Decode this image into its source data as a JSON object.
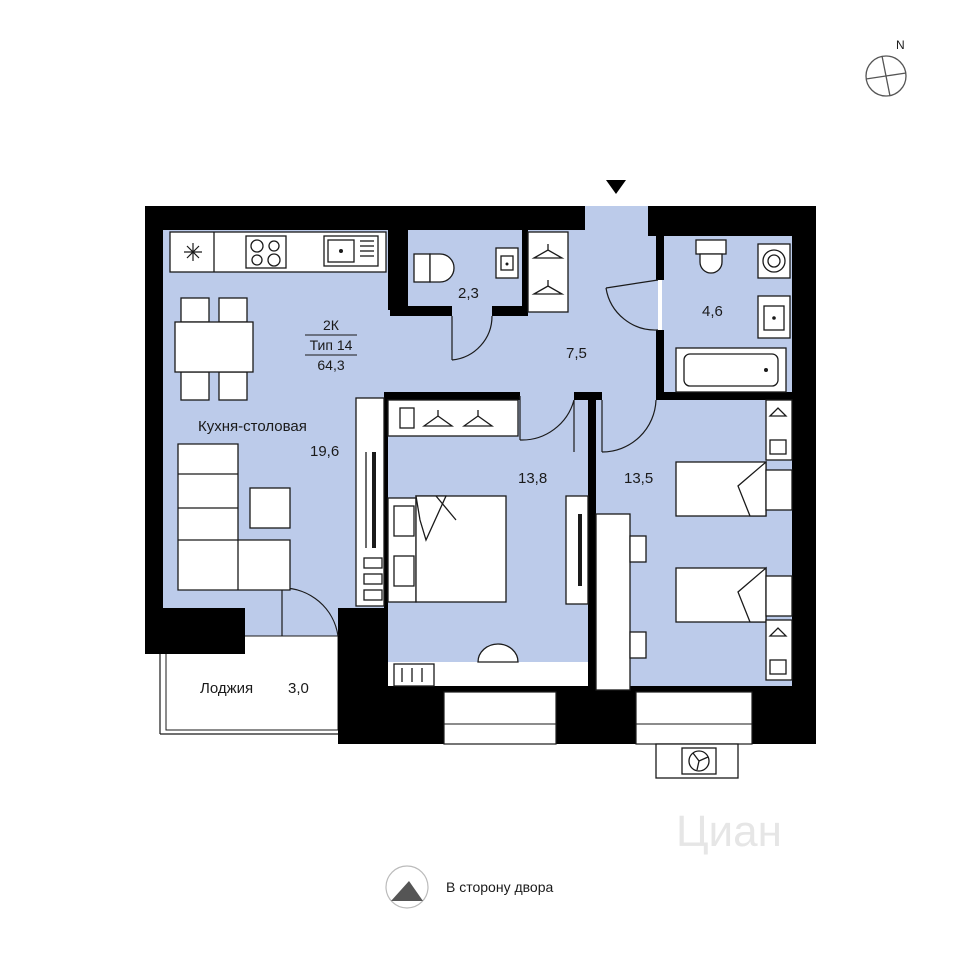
{
  "compass": {
    "north_label": "N"
  },
  "apartment": {
    "rooms_code": "2К",
    "type": "Тип 14",
    "total_area": "64,3"
  },
  "rooms": {
    "kitchen": {
      "name": "Кухня-столовая",
      "area": "19,6"
    },
    "wc": {
      "area": "2,3"
    },
    "hall": {
      "area": "7,5"
    },
    "bath": {
      "area": "4,6"
    },
    "bedroom1": {
      "area": "13,8"
    },
    "bedroom2": {
      "area": "13,5"
    },
    "loggia": {
      "name": "Лоджия",
      "area": "3,0"
    }
  },
  "orientation": {
    "label": "В сторону двора"
  },
  "watermark": "Циан",
  "colors": {
    "floor": "#bccbea",
    "wall": "#000000",
    "furniture_stroke": "#1a1a1a"
  }
}
